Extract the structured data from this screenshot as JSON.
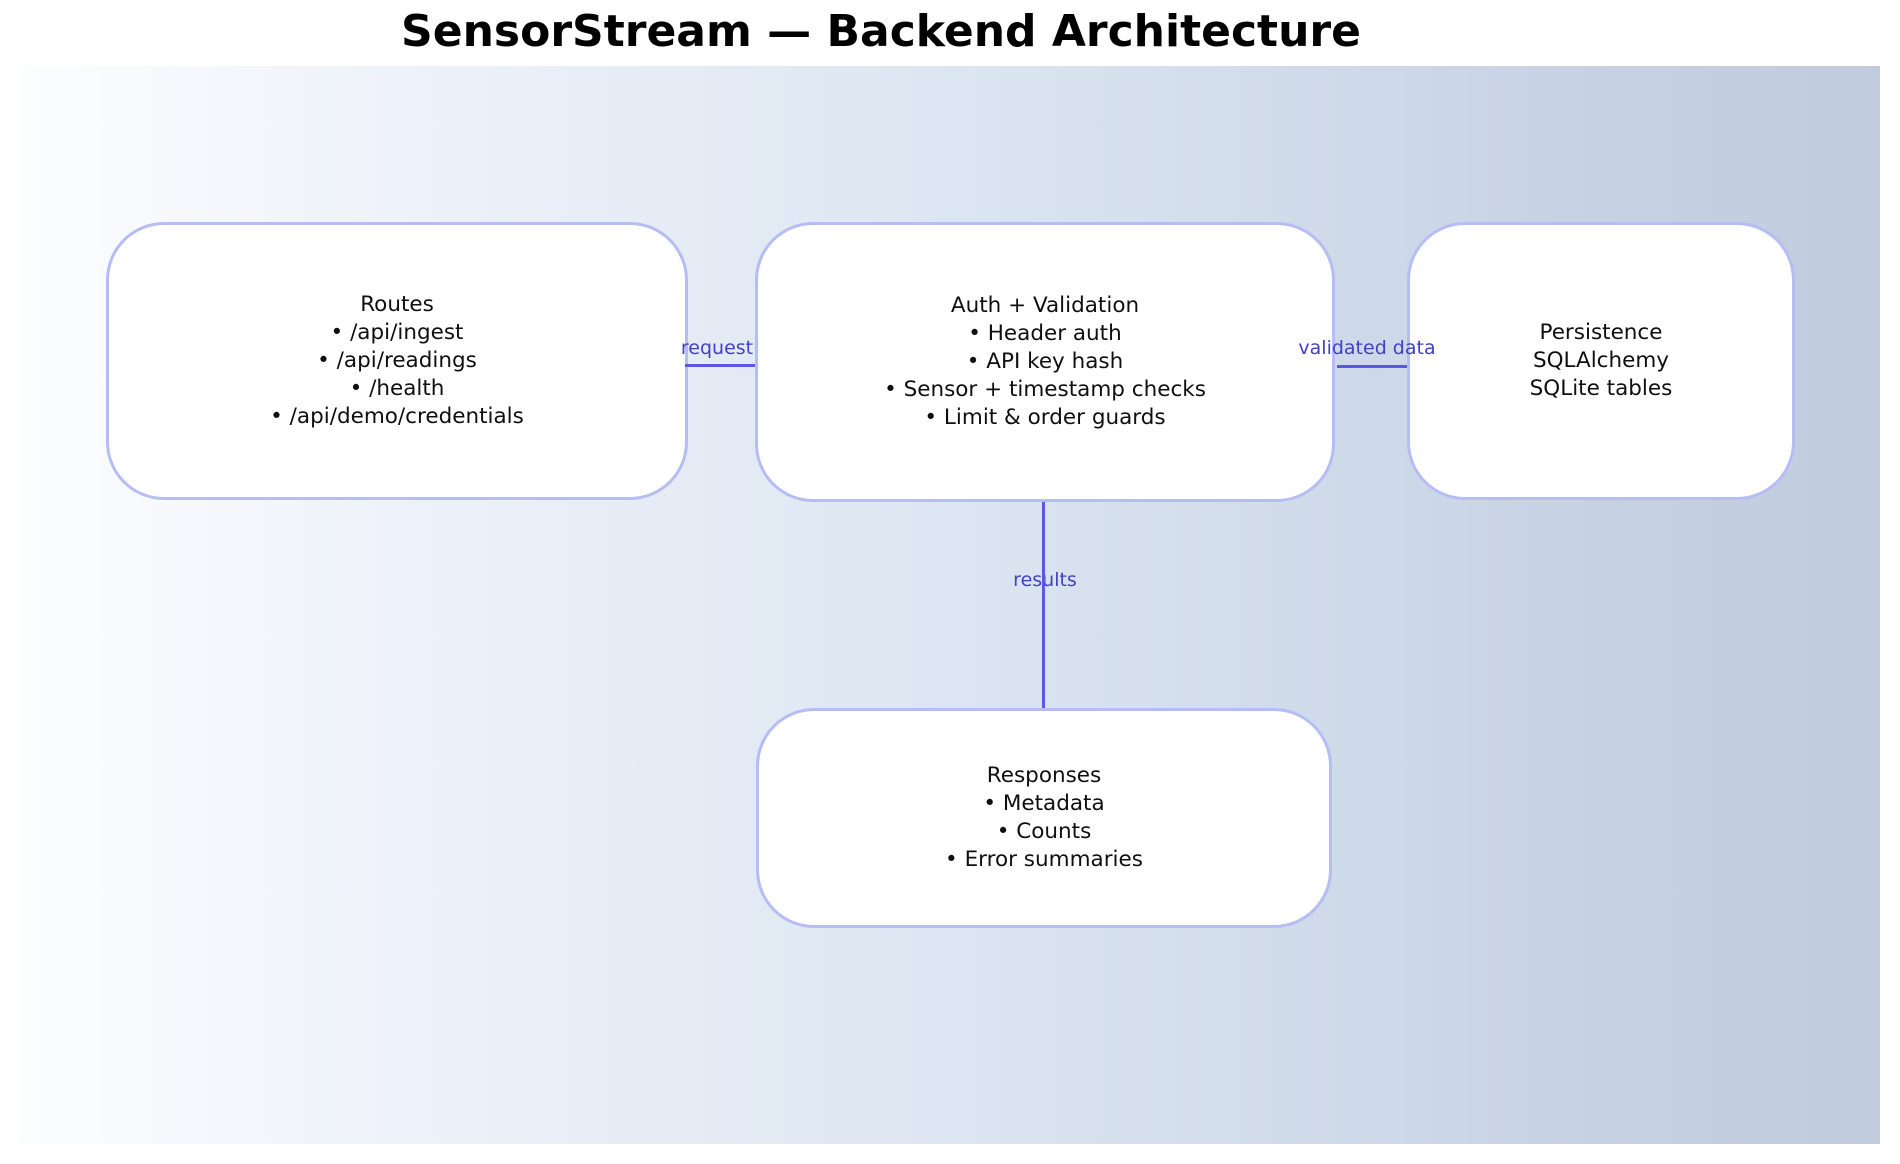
{
  "title": "SensorStream — Backend Architecture",
  "theme": {
    "background_left": "#fcfdff",
    "background_mid": "#dbe5f1",
    "background_right": "#c1cbde",
    "node_fill": "#ffffff",
    "node_border": "#b6bdf4",
    "edge_line": "#5a57e0",
    "edge_label_color": "#4340c4",
    "text_color": "#0f0f0f",
    "title_color": "#000000"
  },
  "nodes": [
    {
      "id": "routes",
      "lines": [
        "Routes",
        "• /api/ingest",
        "• /api/readings",
        "• /health",
        "• /api/demo/credentials"
      ]
    },
    {
      "id": "auth-validation",
      "lines": [
        "Auth + Validation",
        "• Header auth",
        "• API key hash",
        "• Sensor + timestamp checks",
        "• Limit & order guards"
      ]
    },
    {
      "id": "persistence",
      "lines": [
        "Persistence",
        "SQLAlchemy",
        "SQLite tables"
      ]
    },
    {
      "id": "responses",
      "lines": [
        "Responses",
        "• Metadata",
        "• Counts",
        "• Error summaries"
      ]
    }
  ],
  "edges": [
    {
      "id": "request",
      "label": "request",
      "from": "routes",
      "to": "auth-validation"
    },
    {
      "id": "validated-data",
      "label": "validated data",
      "from": "auth-validation",
      "to": "persistence"
    },
    {
      "id": "results",
      "label": "results",
      "from": "auth-validation",
      "to": "responses"
    }
  ]
}
